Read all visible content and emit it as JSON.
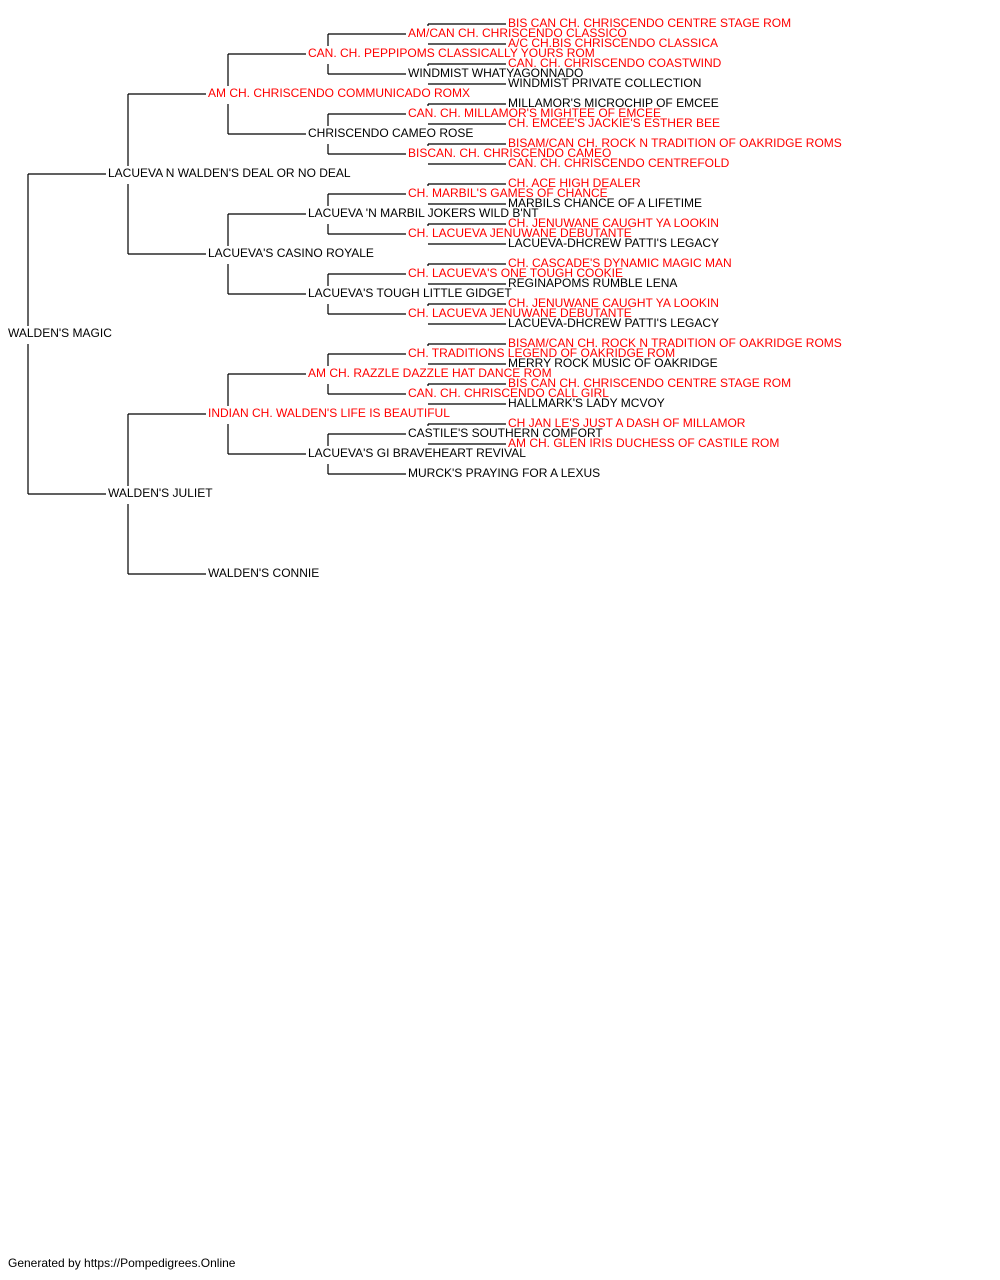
{
  "colors": {
    "titled": "#ff0000",
    "plain": "#000000",
    "line": "#000000"
  },
  "footer": {
    "text": "Generated by https://Pompedigrees.Online"
  },
  "pedigree": {
    "subject": {
      "name": "WALDEN'S MAGIC",
      "titled": false
    },
    "generation_1": [
      {
        "name": "LACUEVA N WALDEN'S DEAL OR NO DEAL",
        "titled": false
      },
      {
        "name": "WALDEN'S JULIET",
        "titled": false
      }
    ],
    "generation_2": [
      {
        "name": "AM CH. CHRISCENDO COMMUNICADO ROMX",
        "titled": true
      },
      {
        "name": "LACUEVA'S CASINO ROYALE",
        "titled": false
      },
      {
        "name": "INDIAN CH. WALDEN'S LIFE IS BEAUTIFUL",
        "titled": true
      },
      {
        "name": "WALDEN'S CONNIE",
        "titled": false
      }
    ],
    "generation_3": [
      {
        "name": "CAN. CH. PEPPIPOMS CLASSICALLY YOURS ROM",
        "titled": true
      },
      {
        "name": "CHRISCENDO CAMEO ROSE",
        "titled": false
      },
      {
        "name": "LACUEVA 'N MARBIL JOKERS WILD B'NT",
        "titled": false
      },
      {
        "name": "LACUEVA'S TOUGH LITTLE GIDGET",
        "titled": false
      },
      {
        "name": "AM CH. RAZZLE DAZZLE HAT DANCE ROM",
        "titled": true
      },
      {
        "name": "LACUEVA'S GI BRAVEHEART REVIVAL",
        "titled": false
      },
      null,
      null
    ],
    "generation_4": [
      {
        "name": "AM/CAN CH. CHRISCENDO CLASSICO",
        "titled": true
      },
      {
        "name": "WINDMIST WHATYAGONNADO",
        "titled": false
      },
      {
        "name": "CAN. CH. MILLAMOR'S MIGHTEE OF EMCEE",
        "titled": true
      },
      {
        "name": "BISCAN. CH. CHRISCENDO CAMEO",
        "titled": true
      },
      {
        "name": "CH. MARBIL'S GAMES OF CHANCE",
        "titled": true
      },
      {
        "name": "CH. LACUEVA JENUWANE DEBUTANTE",
        "titled": true
      },
      {
        "name": "CH. LACUEVA'S ONE TOUGH COOKIE",
        "titled": true
      },
      {
        "name": "CH. LACUEVA JENUWANE DEBUTANTE",
        "titled": true
      },
      {
        "name": "CH. TRADITIONS LEGEND OF OAKRIDGE ROM",
        "titled": true
      },
      {
        "name": "CAN. CH. CHRISCENDO CALL GIRL",
        "titled": true
      },
      {
        "name": "CASTILE'S SOUTHERN COMFORT",
        "titled": false
      },
      {
        "name": "MURCK'S PRAYING FOR A LEXUS",
        "titled": false
      },
      null,
      null,
      null,
      null
    ],
    "generation_5": [
      {
        "name": "BIS CAN CH. CHRISCENDO CENTRE STAGE ROM",
        "titled": true
      },
      {
        "name": "A/C CH.BIS CHRISCENDO CLASSICA",
        "titled": true
      },
      {
        "name": "CAN. CH. CHRISCENDO COASTWIND",
        "titled": true
      },
      {
        "name": "WINDMIST PRIVATE COLLECTION",
        "titled": false
      },
      {
        "name": "MILLAMOR'S MICROCHIP OF EMCEE",
        "titled": false
      },
      {
        "name": "CH. EMCEE'S JACKIE'S ESTHER BEE",
        "titled": true
      },
      {
        "name": "BISAM/CAN CH. ROCK N TRADITION OF OAKRIDGE ROMS",
        "titled": true
      },
      {
        "name": "CAN. CH. CHRISCENDO CENTREFOLD",
        "titled": true
      },
      {
        "name": "CH. ACE HIGH DEALER",
        "titled": true
      },
      {
        "name": "MARBILS CHANCE OF A LIFETIME",
        "titled": false
      },
      {
        "name": "CH. JENUWANE CAUGHT YA LOOKIN",
        "titled": true
      },
      {
        "name": "LACUEVA-DHCREW PATTI'S LEGACY",
        "titled": false
      },
      {
        "name": "CH. CASCADE'S DYNAMIC MAGIC MAN",
        "titled": true
      },
      {
        "name": "REGINAPOMS RUMBLE LENA",
        "titled": false
      },
      {
        "name": "CH. JENUWANE CAUGHT YA LOOKIN",
        "titled": true
      },
      {
        "name": "LACUEVA-DHCREW PATTI'S LEGACY",
        "titled": false
      },
      {
        "name": "BISAM/CAN CH. ROCK N TRADITION OF OAKRIDGE ROMS",
        "titled": true
      },
      {
        "name": "MERRY ROCK MUSIC OF OAKRIDGE",
        "titled": false
      },
      {
        "name": "BIS CAN CH. CHRISCENDO CENTRE STAGE ROM",
        "titled": true
      },
      {
        "name": "HALLMARK'S LADY MCVOY",
        "titled": false
      },
      {
        "name": "CH JAN LE'S JUST A DASH OF MILLAMOR",
        "titled": true
      },
      {
        "name": "AM CH. GLEN IRIS DUCHESS OF CASTILE ROM",
        "titled": true
      },
      null,
      null,
      null,
      null,
      null,
      null,
      null,
      null,
      null,
      null
    ]
  }
}
